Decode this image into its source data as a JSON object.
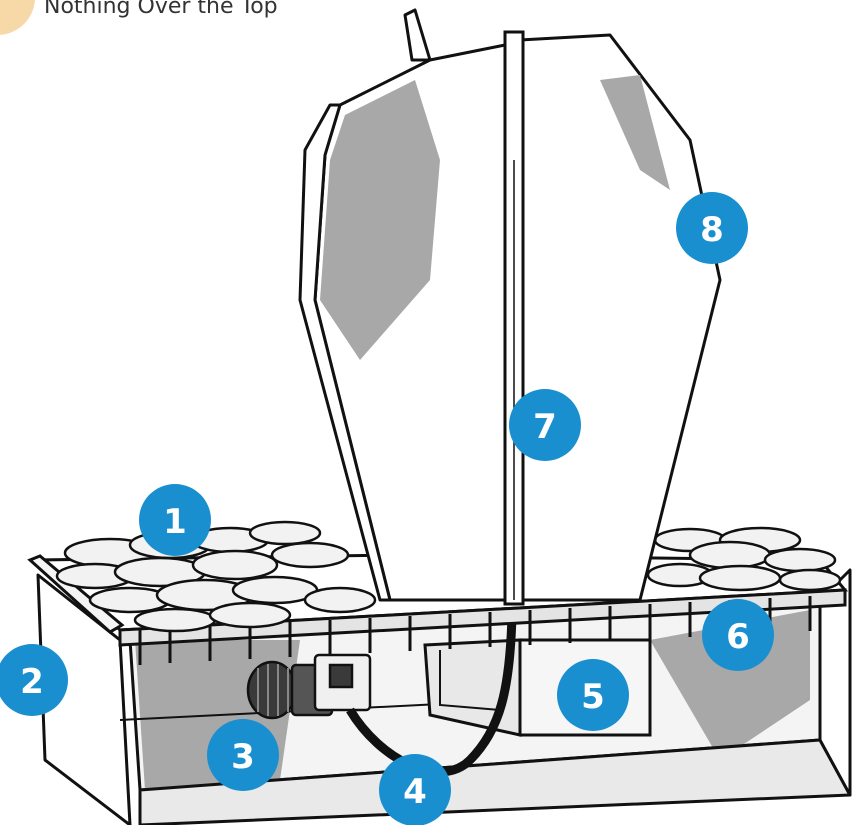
{
  "caption": "Nothing Over the Top",
  "colors": {
    "badge": "#1a8fd0",
    "stroke": "#111111",
    "shadow": "#a8a8a8",
    "accent": "#f7d9a8"
  },
  "labels": [
    {
      "num": "1"
    },
    {
      "num": "2"
    },
    {
      "num": "3"
    },
    {
      "num": "4"
    },
    {
      "num": "5"
    },
    {
      "num": "6"
    },
    {
      "num": "7"
    },
    {
      "num": "8"
    }
  ]
}
